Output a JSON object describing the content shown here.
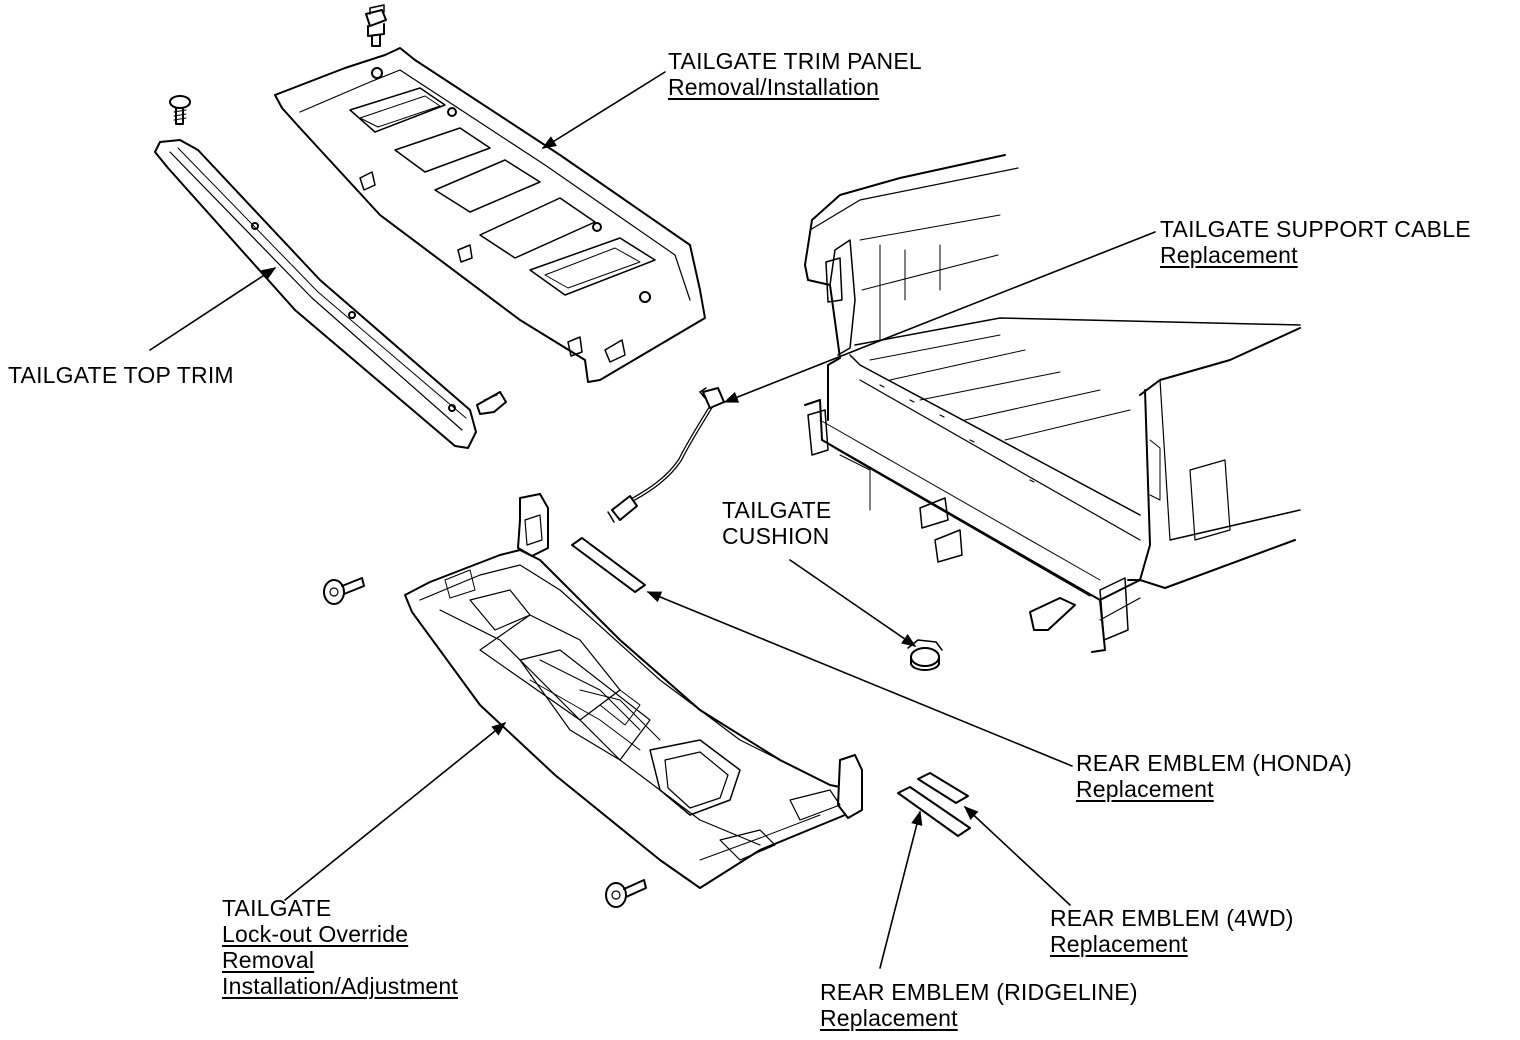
{
  "labels": {
    "trim_panel": {
      "title": "TAILGATE TRIM PANEL",
      "links": [
        "Removal/Installation"
      ]
    },
    "top_trim": {
      "title": "TAILGATE TOP TRIM",
      "links": []
    },
    "support_cable": {
      "title": "TAILGATE SUPPORT CABLE",
      "links": [
        "Replacement"
      ]
    },
    "cushion": {
      "title": [
        "TAILGATE",
        "CUSHION"
      ],
      "links": []
    },
    "emblem_honda": {
      "title": "REAR EMBLEM (HONDA)",
      "links": [
        "Replacement"
      ]
    },
    "emblem_4wd": {
      "title": "REAR EMBLEM (4WD)",
      "links": [
        "Replacement"
      ]
    },
    "emblem_ridgeline": {
      "title": "REAR EMBLEM (RIDGELINE)",
      "links": [
        "Replacement"
      ]
    },
    "tailgate": {
      "title": "TAILGATE",
      "links": [
        "Lock-out Override",
        "Removal",
        "Installation/Adjustment"
      ]
    }
  },
  "colors": {
    "ink": "#000000",
    "paper": "#ffffff"
  }
}
